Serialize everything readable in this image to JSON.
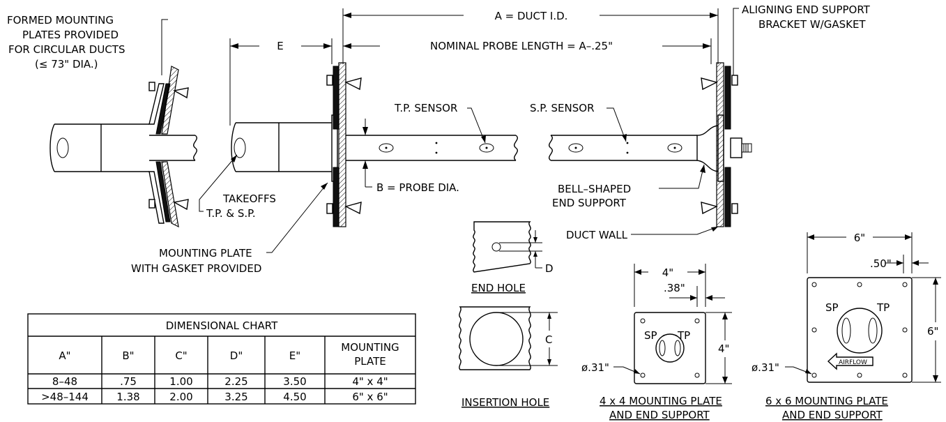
{
  "callouts": {
    "formed_plates": [
      "FORMED MOUNTING",
      "PLATES PROVIDED",
      "FOR CIRCULAR DUCTS",
      "(≤ 73\" DIA.)"
    ],
    "duct_id": "A = DUCT I.D.",
    "aligning_support": [
      "ALIGNING END SUPPORT",
      "BRACKET W/GASKET"
    ],
    "dim_e": "E",
    "nominal_length": "NOMINAL PROBE LENGTH = A–.25\"",
    "tp_sensor": "T.P. SENSOR",
    "sp_sensor": "S.P. SENSOR",
    "probe_dia": "B = PROBE DIA.",
    "bell_support": [
      "BELL–SHAPED",
      "END SUPPORT"
    ],
    "takeoffs": [
      "TAKEOFFS",
      "T.P. & S.P."
    ],
    "duct_wall": "DUCT WALL",
    "mounting_plate": [
      "MOUNTING PLATE",
      "WITH GASKET PROVIDED"
    ]
  },
  "details": {
    "end_hole": {
      "title": "END HOLE",
      "dim": "D"
    },
    "insertion_hole": {
      "title": "INSERTION HOLE",
      "dim": "C"
    },
    "plate_4x4": {
      "title": [
        "4 x 4 MOUNTING PLATE",
        "AND END SUPPORT"
      ],
      "width": "4\"",
      "height": "4\"",
      "offset": ".38\"",
      "hole": "ø.31\"",
      "sp": "SP",
      "tp": "TP"
    },
    "plate_6x6": {
      "title": [
        "6 x 6 MOUNTING PLATE",
        "AND END SUPPORT"
      ],
      "width": "6\"",
      "height": "6\"",
      "offset": ".50\"",
      "hole": "ø.31\"",
      "sp": "SP",
      "tp": "TP",
      "airflow": "AIRFLOW"
    }
  },
  "dimensional_chart": {
    "title": "DIMENSIONAL CHART",
    "headers": [
      "A\"",
      "B\"",
      "C\"",
      "D\"",
      "E\"",
      "MOUNTING PLATE"
    ],
    "rows": [
      [
        "8–48",
        ".75",
        "1.00",
        "2.25",
        "3.50",
        "4\"  x  4\""
      ],
      [
        ">48–144",
        "1.38",
        "2.00",
        "3.25",
        "4.50",
        "6\"  x  6\""
      ]
    ]
  }
}
